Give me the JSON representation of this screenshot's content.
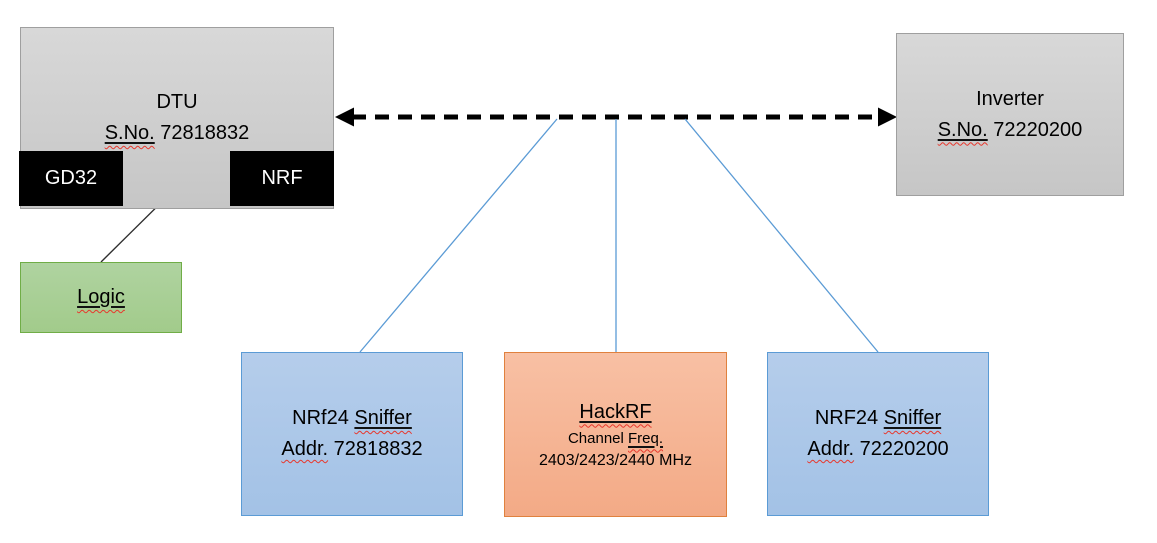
{
  "diagram": {
    "dtu": {
      "title": "DTU",
      "sno_label": "S.No.",
      "serial": " 72818832"
    },
    "gd32": {
      "label": "GD32"
    },
    "nrf": {
      "label": "NRF"
    },
    "inverter": {
      "title": "Inverter",
      "sno_label": "S.No.",
      "serial": " 72220200"
    },
    "logic": {
      "label": "Logic"
    },
    "sniffer_left": {
      "name_prefix": "NRf24 ",
      "name_word": "Sniffer",
      "addr_label": "Addr.",
      "addr_value": " 72818832"
    },
    "hackrf": {
      "title": "HackRF",
      "channel_prefix": "Channel ",
      "freq_word": "Freq.",
      "frequencies": "2403/2423/2440 MHz"
    },
    "sniffer_right": {
      "name_prefix": "NRF24 ",
      "name_word": "Sniffer",
      "addr_label": "Addr.",
      "addr_value": " 72220200"
    }
  },
  "colors": {
    "node_gray_fill": "#cccccc",
    "node_gray_border": "#9f9f9f",
    "chip_black": "#000000",
    "chip_text": "#ffffff",
    "logic_green_fill": "#a9d18e",
    "logic_green_border": "#70ad47",
    "sniffer_blue_fill": "#aac7e8",
    "sniffer_blue_border": "#5b9bd5",
    "hackrf_orange_fill": "#f5b18d",
    "hackrf_orange_border": "#e0813e",
    "connector_blue": "#5b9bd5",
    "spellcheck_red": "#e8372c",
    "line_black": "#000000"
  }
}
